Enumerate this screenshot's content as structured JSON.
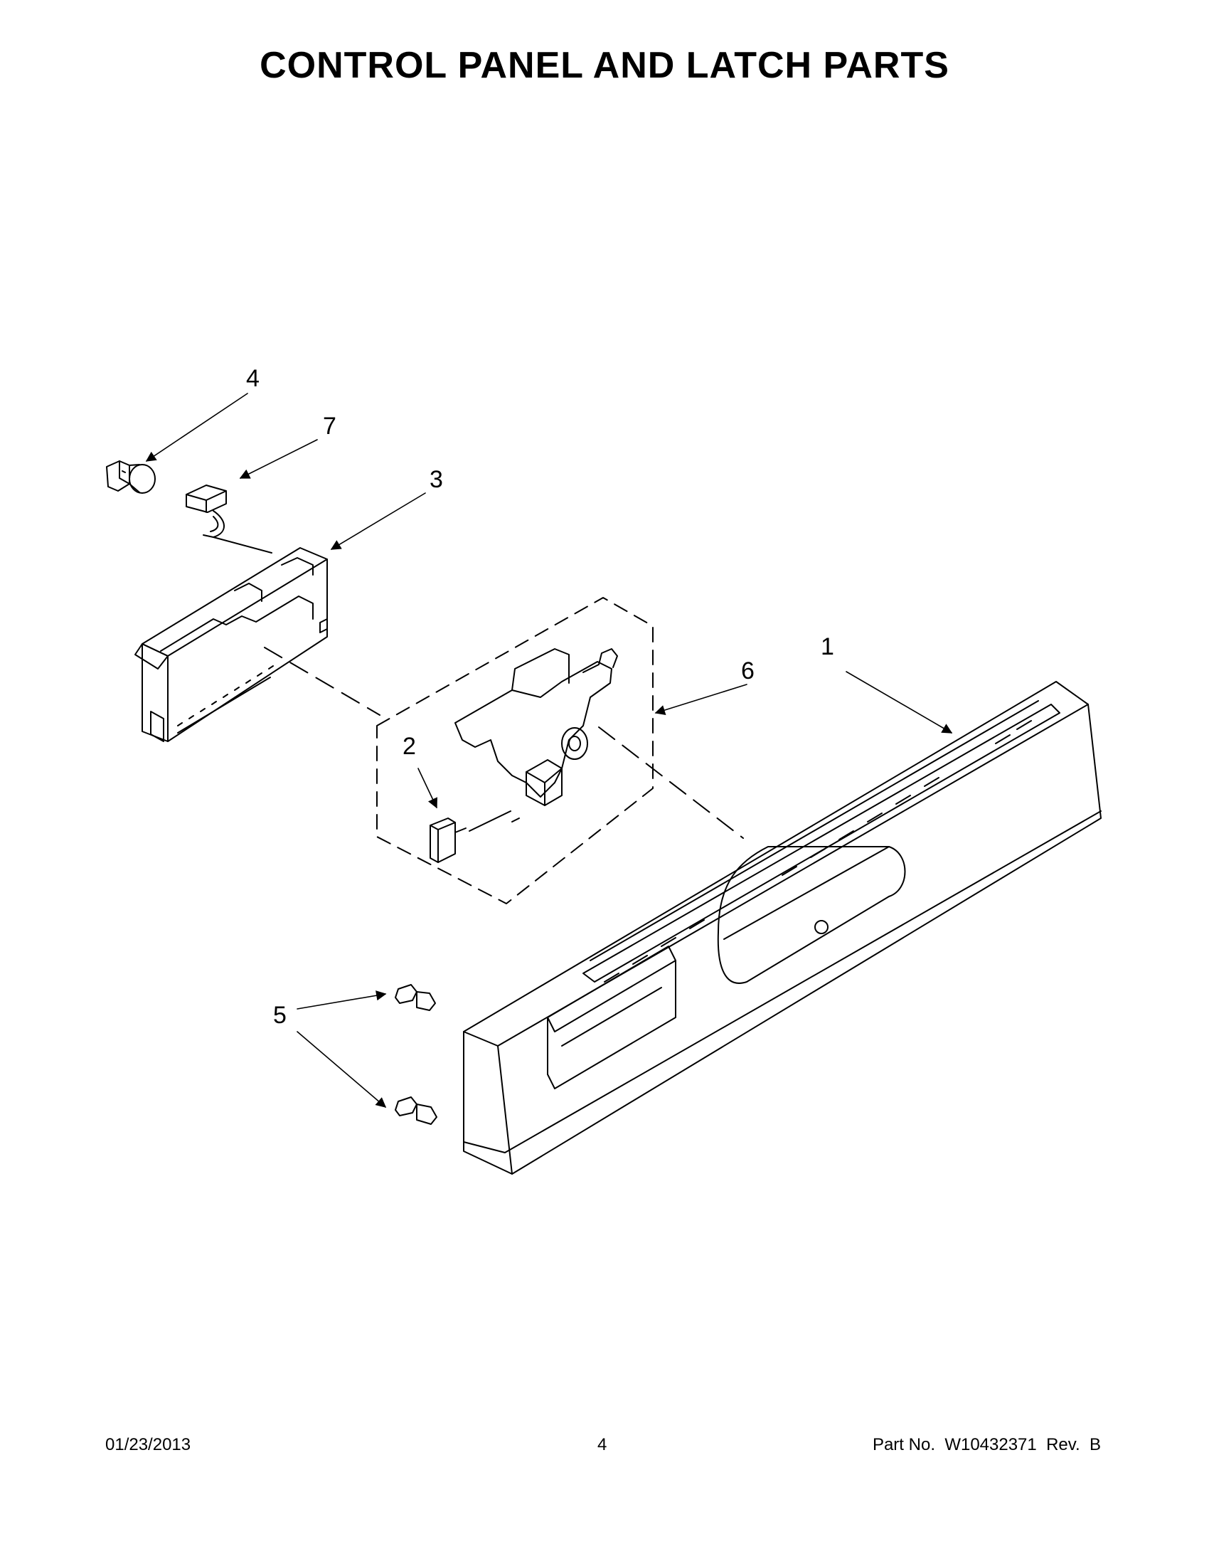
{
  "title": "CONTROL PANEL AND LATCH PARTS",
  "footer": {
    "date": "01/23/2013",
    "page": "4",
    "part": "Part No.  W10432371  Rev.  B"
  },
  "callouts": [
    "1",
    "2",
    "3",
    "4",
    "5",
    "6",
    "7"
  ]
}
